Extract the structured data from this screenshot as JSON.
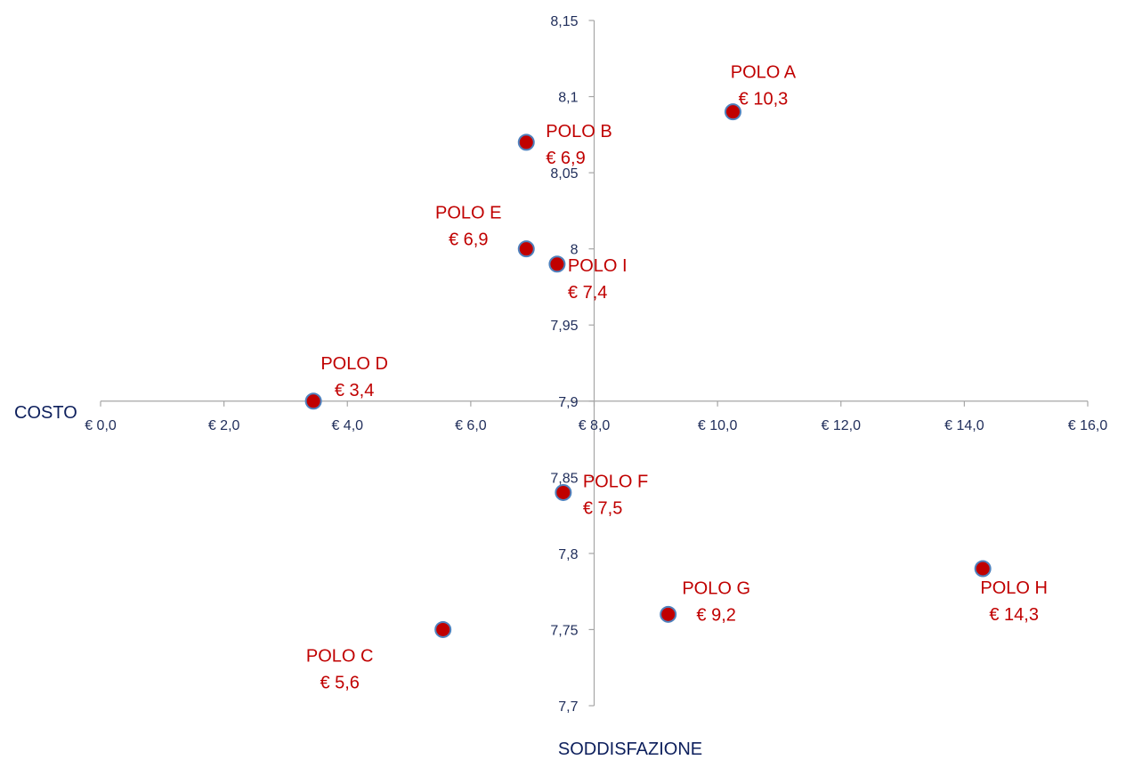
{
  "chart_data": {
    "type": "scatter",
    "xlabel": "COSTO",
    "ylabel": "SODDISFAZIONE",
    "xlim": [
      0,
      16
    ],
    "ylim": [
      7.7,
      8.15
    ],
    "x_ticks": [
      {
        "value": 0,
        "label": "€ 0,0"
      },
      {
        "value": 2,
        "label": "€ 2,0"
      },
      {
        "value": 4,
        "label": "€ 4,0"
      },
      {
        "value": 6,
        "label": "€ 6,0"
      },
      {
        "value": 8,
        "label": "€ 8,0"
      },
      {
        "value": 10,
        "label": "€ 10,0"
      },
      {
        "value": 12,
        "label": "€ 12,0"
      },
      {
        "value": 14,
        "label": "€ 14,0"
      },
      {
        "value": 16,
        "label": "€ 16,0"
      }
    ],
    "y_ticks": [
      {
        "value": 8.15,
        "label": "8,15"
      },
      {
        "value": 8.1,
        "label": "8,1"
      },
      {
        "value": 8.05,
        "label": "8,05"
      },
      {
        "value": 8.0,
        "label": "8"
      },
      {
        "value": 7.95,
        "label": "7,95"
      },
      {
        "value": 7.9,
        "label": "7,9"
      },
      {
        "value": 7.85,
        "label": "7,85"
      },
      {
        "value": 7.8,
        "label": "7,8"
      },
      {
        "value": 7.75,
        "label": "7,75"
      },
      {
        "value": 7.7,
        "label": "7,7"
      }
    ],
    "x_axis_crosses_at": 7.9,
    "y_axis_crosses_at": 8.0,
    "points": [
      {
        "id": "a",
        "name": "POLO A",
        "price_label": "€ 10,3",
        "x": 10.25,
        "y": 8.09
      },
      {
        "id": "b",
        "name": "POLO  B",
        "price_label": "€ 6,9",
        "x": 6.9,
        "y": 8.07
      },
      {
        "id": "e",
        "name": "POLO E",
        "price_label": "€ 6,9",
        "x": 6.9,
        "y": 8.0
      },
      {
        "id": "i",
        "name": "POLO I",
        "price_label": "€ 7,4",
        "x": 7.4,
        "y": 7.99
      },
      {
        "id": "d",
        "name": "POLO D",
        "price_label": "€ 3,4",
        "x": 3.45,
        "y": 7.9
      },
      {
        "id": "f",
        "name": "POLO F",
        "price_label": "€ 7,5",
        "x": 7.5,
        "y": 7.84
      },
      {
        "id": "g",
        "name": "POLO G",
        "price_label": "€ 9,2",
        "x": 9.2,
        "y": 7.76
      },
      {
        "id": "h",
        "name": "POLO H",
        "price_label": "€ 14,3",
        "x": 14.3,
        "y": 7.79
      },
      {
        "id": "c",
        "name": "POLO C",
        "price_label": "€ 5,6",
        "x": 5.55,
        "y": 7.75
      }
    ],
    "colors": {
      "marker_fill": "#c00000",
      "marker_stroke": "#4f81bd",
      "label": "#c00000",
      "axis": "#a6a6a6",
      "tick_text": "#1f2d5a"
    }
  }
}
